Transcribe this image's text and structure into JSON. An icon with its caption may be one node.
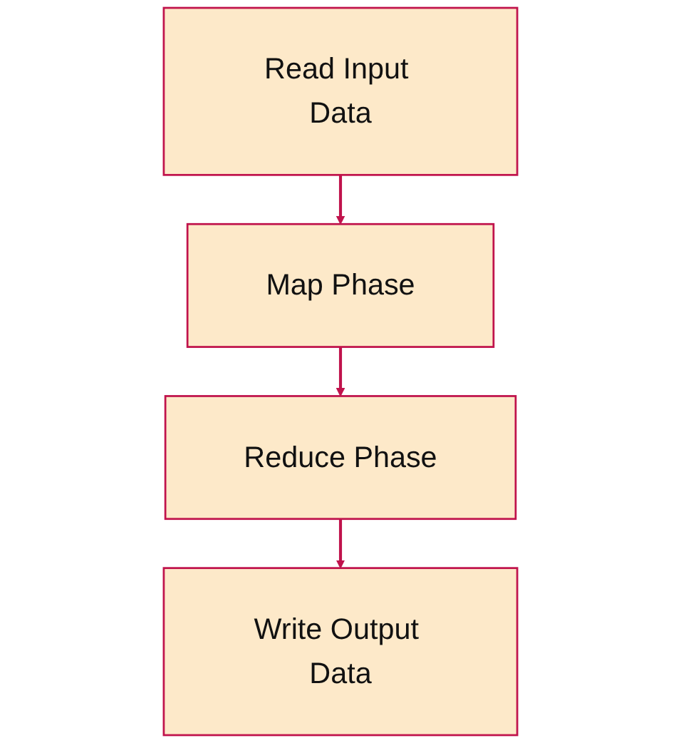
{
  "diagram": {
    "nodes": [
      {
        "text": [
          "Read Input Data"
        ]
      },
      {
        "text": [
          "Map Phase"
        ]
      },
      {
        "text": [
          "Reduce Phase"
        ]
      },
      {
        "text": [
          "Write Output Data"
        ]
      }
    ],
    "edges": [
      {
        "from": 0,
        "to": 1,
        "arrow": "to"
      },
      {
        "from": 1,
        "to": 2,
        "arrow": "to"
      },
      {
        "from": 2,
        "to": 3,
        "arrow": "to"
      }
    ]
  }
}
